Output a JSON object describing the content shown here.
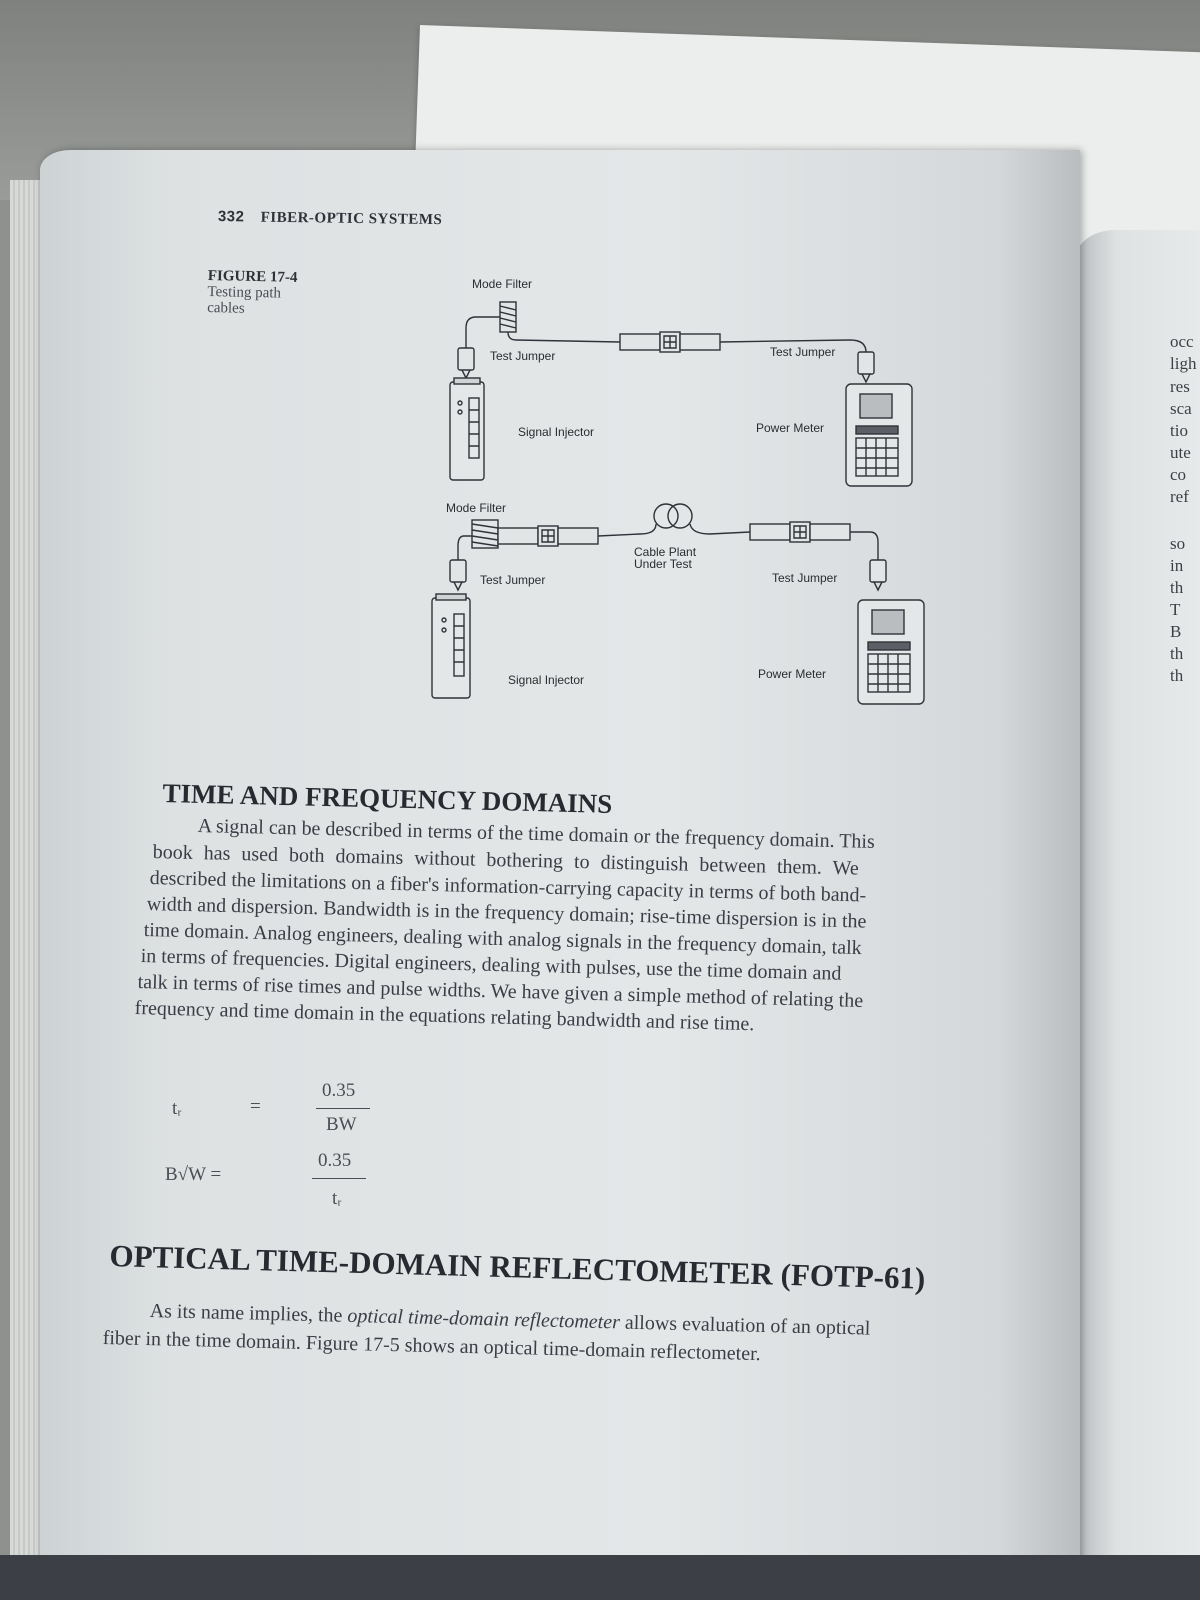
{
  "running_head": {
    "page_number": "332",
    "title": "FIBER-OPTIC SYSTEMS"
  },
  "figure": {
    "label": "FIGURE 17-4",
    "caption_lines": [
      "Testing path",
      "cables"
    ],
    "top": {
      "mode_filter": "Mode Filter",
      "test_jumper_left": "Test Jumper",
      "test_jumper_right": "Test Jumper",
      "signal_injector": "Signal Injector",
      "power_meter": "Power Meter"
    },
    "bottom": {
      "mode_filter": "Mode Filter",
      "cable_plant_line1": "Cable Plant",
      "cable_plant_line2": "Under Test",
      "test_jumper_left": "Test Jumper",
      "test_jumper_right": "Test Jumper",
      "signal_injector": "Signal Injector",
      "power_meter": "Power Meter"
    }
  },
  "section1": {
    "heading": "TIME AND FREQUENCY DOMAINS",
    "lines": [
      "A signal can be described in terms of the time domain or the frequency domain. This",
      "book has used both domains without bothering to distinguish between them. We",
      "described the limitations on a fiber's information-carrying capacity in terms of both band-",
      "width and dispersion. Bandwidth is in the frequency domain; rise-time dispersion is in the",
      "time domain. Analog engineers, dealing with analog signals in the frequency domain, talk",
      "in terms of frequencies. Digital engineers, dealing with pulses, use the time domain and",
      "talk in terms of rise times and pulse widths. We have given a simple method of relating the",
      "frequency and time domain in the equations relating bandwidth and rise time."
    ]
  },
  "formulas": {
    "f1_lhs": "tᵣ",
    "f1_eq": "=",
    "f1_num": "0.35",
    "f1_den": "BW",
    "f2_lhs": "B√W =",
    "f2_num": "0.35",
    "f2_den": "tᵣ"
  },
  "section2": {
    "heading": "OPTICAL TIME-DOMAIN REFLECTOMETER (FOTP-61)",
    "line1_pre": "As its name implies, the ",
    "line1_term": "optical time-domain reflectometer",
    "line1_post": " allows evaluation of an optical",
    "line2": "fiber in the time domain. Figure 17-5 shows an optical time-domain reflectometer."
  },
  "right_page_fragments": [
    "occ",
    "ligh",
    "res",
    "sca",
    "tio",
    "ute",
    "co",
    "ref",
    "so",
    "in",
    "th",
    "T",
    "B",
    "th",
    "th"
  ]
}
